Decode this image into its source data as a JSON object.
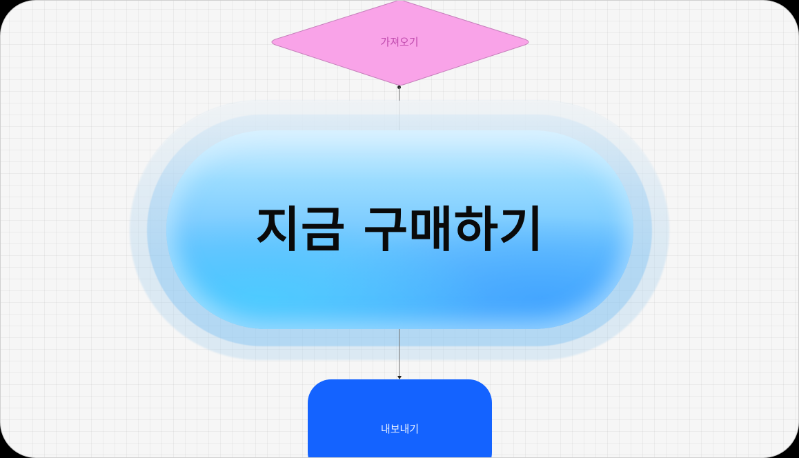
{
  "diagram": {
    "nodes": [
      {
        "id": "import",
        "shape": "diamond",
        "label": "가져오기",
        "fill": "#F9A3E8",
        "text_color": "#C04AAD"
      },
      {
        "id": "buy-now",
        "shape": "pill",
        "label": "지금 구매하기",
        "fill": "#4AB2FF",
        "text_color": "#0A0A0A"
      },
      {
        "id": "export",
        "shape": "rounded-rect",
        "label": "내보내기",
        "fill": "#1463FF",
        "text_color": "#E8F0FF"
      }
    ],
    "edges": [
      {
        "from": "import",
        "to": "buy-now"
      },
      {
        "from": "buy-now",
        "to": "export"
      }
    ]
  },
  "colors": {
    "canvas_bg": "#F6F6F6",
    "grid": "#EAEAEA",
    "connector": "#6F6F6F"
  }
}
